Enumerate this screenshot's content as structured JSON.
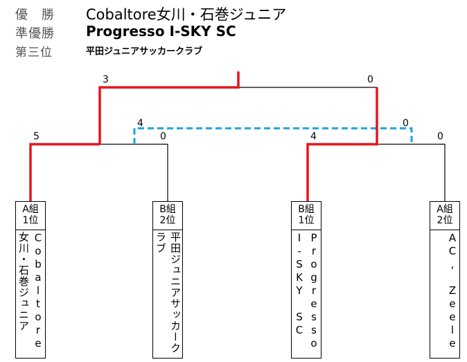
{
  "results": [
    {
      "label": "優　勝",
      "team": "Cobaltore女川・石巻ジュニア"
    },
    {
      "label": "準優勝",
      "team": "Progresso I-SKY SC"
    },
    {
      "label": "第三位",
      "team": "平田ジュニアサッカークラブ"
    }
  ],
  "scores": {
    "final_left": "3",
    "final_right": "0",
    "third_left": "4",
    "third_right": "0",
    "semi1_left": "5",
    "semi1_right": "0",
    "semi2_left": "4",
    "semi2_right": "0"
  },
  "teams": [
    {
      "group": "A組",
      "rank": "1位",
      "name": "Cobaltore女川・石巻ジュニア"
    },
    {
      "group": "B組",
      "rank": "2位",
      "name": "平田ジュニアサッカークラブ"
    },
    {
      "group": "B組",
      "rank": "1位",
      "name": "Progresso I-SKY SC"
    },
    {
      "group": "A組",
      "rank": "2位",
      "name": "AC, Zeele"
    }
  ],
  "colors": {
    "winner_line": "#e8141e",
    "third_place_line": "#1aa3e0",
    "line": "#000000"
  }
}
